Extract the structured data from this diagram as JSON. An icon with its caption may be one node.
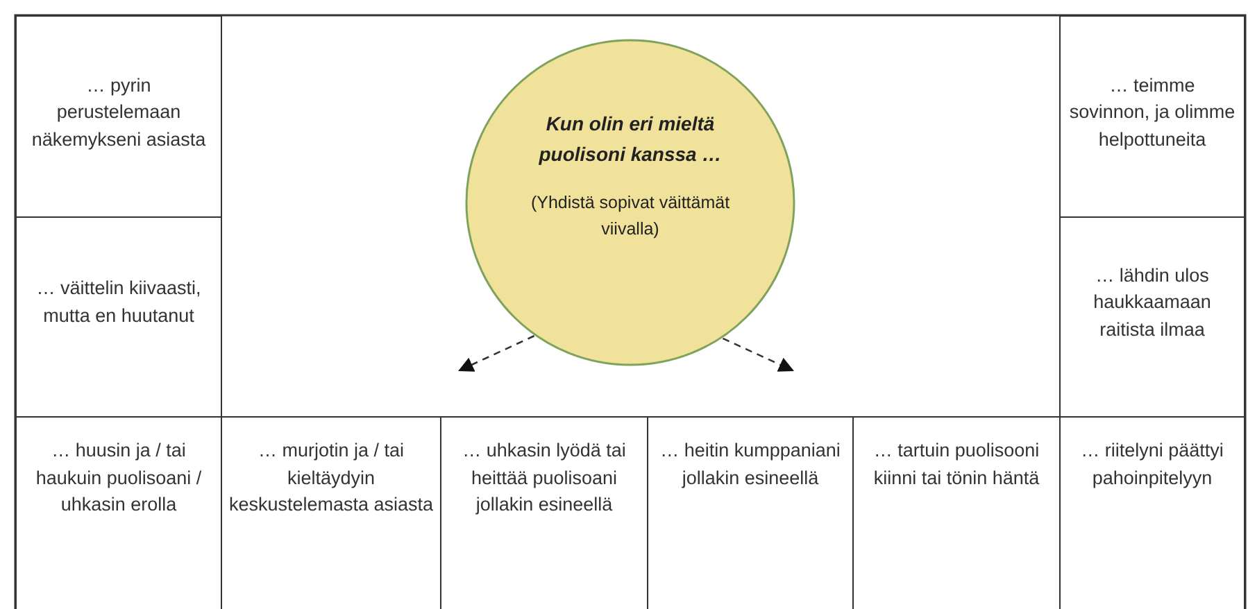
{
  "diagram": {
    "nodes": [
      {
        "text": [
          "… pyrin perustelemaan näkemykseni asiasta"
        ]
      },
      {
        "text": [
          "Kun olin eri mieltä puolisoni kanssa …",
          "(Yhdistä sopivat väittämät viivalla)"
        ]
      },
      {
        "text": [
          "… teimme sovinnon, ja olimme helpottuneita"
        ]
      },
      {
        "text": [
          "… väittelin kiivaasti, mutta en huutanut"
        ]
      },
      {
        "text": [
          "… lähdin ulos haukkaamaan raitista ilmaa"
        ]
      },
      {
        "text": [
          "… huusin ja / tai haukuin puolisoani / uhkasin erolla"
        ]
      },
      {
        "text": [
          "… murjotin ja / tai kieltäydyin keskustelemasta asiasta"
        ]
      },
      {
        "text": [
          "… uhkasin lyödä tai heittää puolisoani jollakin esineellä"
        ]
      },
      {
        "text": [
          "… heitin kumppaniani jollakin esineellä"
        ]
      },
      {
        "text": [
          "… tartuin puolisooni kiinni tai tönin häntä"
        ]
      },
      {
        "text": [
          "… riitelyni päättyi pahoinpitelyyn"
        ]
      }
    ],
    "edges": [
      {
        "from": 1,
        "to": null,
        "arrow": "to",
        "style": "dashed"
      },
      {
        "from": 1,
        "to": null,
        "arrow": "to",
        "style": "dashed"
      }
    ]
  }
}
